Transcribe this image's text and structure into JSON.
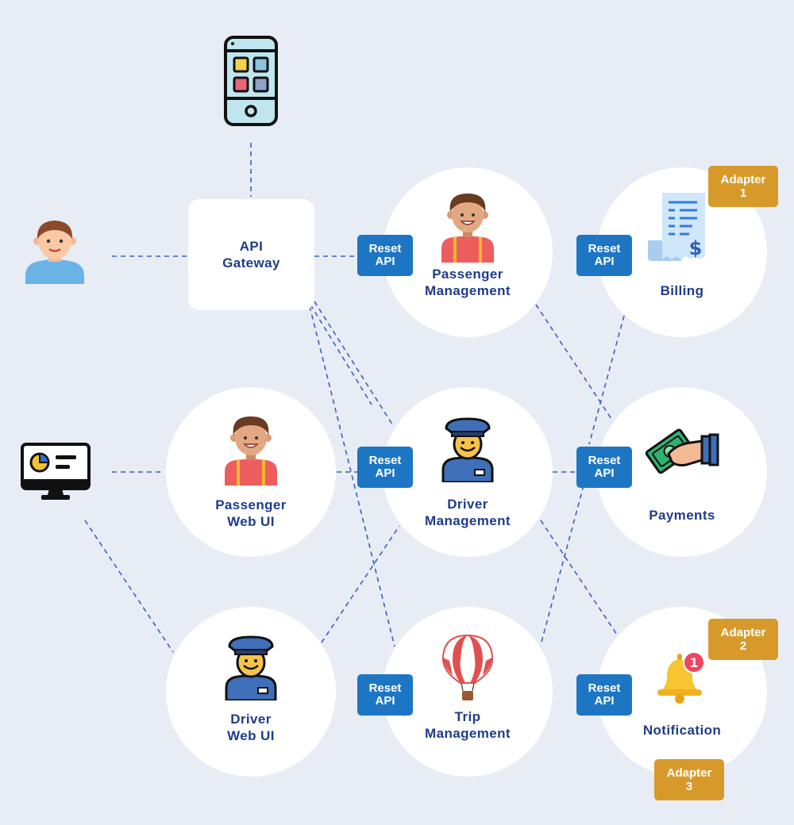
{
  "gateway": {
    "label": "API\nGateway"
  },
  "services": {
    "passenger_management": "Passenger\nManagement",
    "billing": "Billing",
    "passenger_web_ui": "Passenger\nWeb UI",
    "driver_management": "Driver\nManagement",
    "payments": "Payments",
    "driver_web_ui": "Driver\nWeb UI",
    "trip_management": "Trip\nManagement",
    "notification": "Notification"
  },
  "api_badge": "Reset\nAPI",
  "adapters": {
    "a1": "Adapter\n1",
    "a2": "Adapter\n2",
    "a3": "Adapter\n3"
  },
  "notification_count": "1",
  "colors": {
    "background": "#e8ecf4",
    "label": "#1f3c8a",
    "api_badge": "#1d76c4",
    "adapter_badge": "#d79a2a",
    "connector": "#3f5fbf"
  },
  "icons": {
    "client_mobile": "smartphone-icon",
    "client_user": "user-avatar-icon",
    "client_desktop": "desktop-monitor-icon",
    "passenger": "passenger-person-icon",
    "driver": "driver-person-icon",
    "billing": "receipt-icon",
    "payments": "cash-payment-icon",
    "trip": "hot-air-balloon-icon",
    "notification": "bell-icon"
  }
}
